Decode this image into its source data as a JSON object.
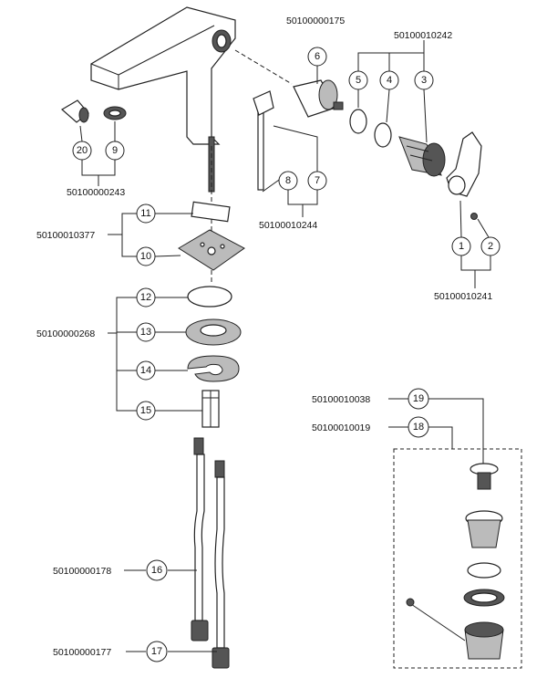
{
  "callouts": {
    "c1": "1",
    "c2": "2",
    "c3": "3",
    "c4": "4",
    "c5": "5",
    "c6": "6",
    "c7": "7",
    "c8": "8",
    "c9": "9",
    "c10": "10",
    "c11": "11",
    "c12": "12",
    "c13": "13",
    "c14": "14",
    "c15": "15",
    "c16": "16",
    "c17": "17",
    "c18": "18",
    "c19": "19",
    "c20": "20"
  },
  "part_numbers": {
    "p175": "50100000175",
    "p242": "50100010242",
    "p243": "50100000243",
    "p244": "50100010244",
    "p377": "50100010377",
    "p241": "50100010241",
    "p268": "50100000268",
    "p038": "50100010038",
    "p019": "50100010019",
    "p178": "50100000178",
    "p177": "50100000177"
  }
}
